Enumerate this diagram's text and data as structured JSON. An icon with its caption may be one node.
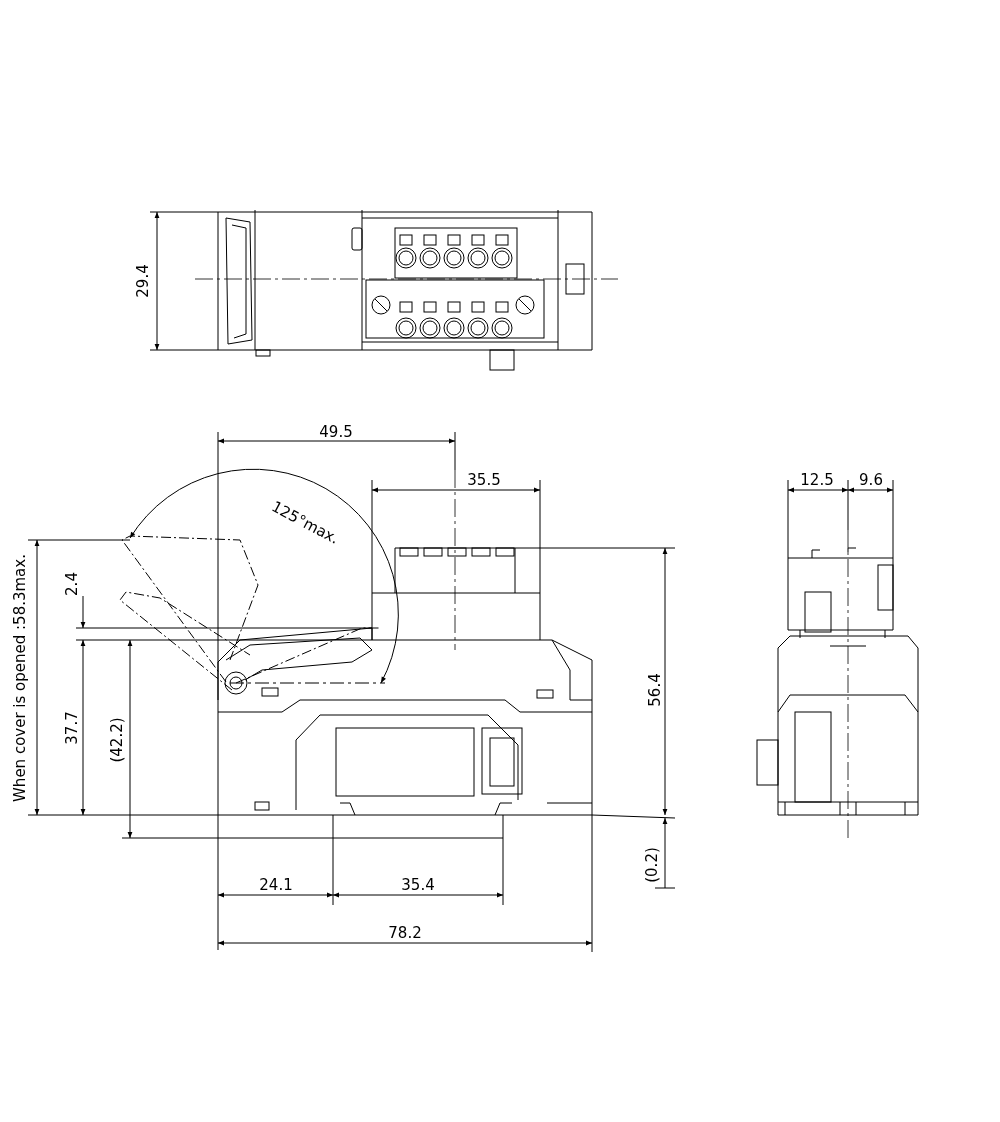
{
  "diagram": {
    "labels": [
      "29.4",
      "49.5",
      "35.5",
      "125°max.",
      "12.5",
      "9.6",
      "When cover is opened :58.3max.",
      "2.4",
      "37.7",
      "(42.2)",
      "56.4",
      "(0.2)",
      "24.1",
      "35.4",
      "78.2"
    ]
  }
}
